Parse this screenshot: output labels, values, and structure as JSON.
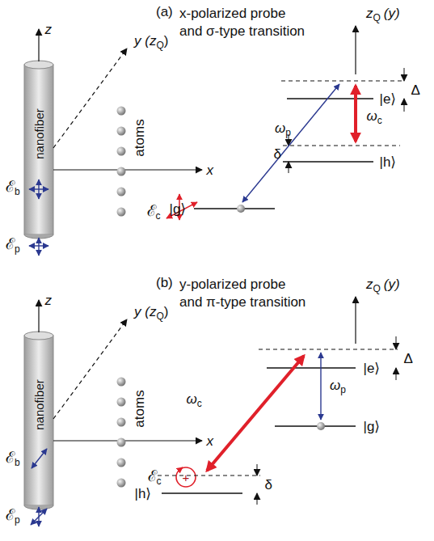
{
  "diagram": {
    "labels": [
      "(a)",
      "x-polarized probe and σ-type transition",
      "z",
      "y (z",
      "Q",
      ")",
      "nanofiber",
      "atoms",
      "x",
      "ℰ",
      "b",
      "ℰ",
      "p",
      "ℰ",
      "c",
      "z",
      "Q",
      "(y)",
      "Δ",
      "|e⟩",
      "δ",
      "|h⟩",
      "|g⟩",
      "ω",
      "p",
      "ω",
      "c",
      "(b)",
      "y-polarized probe and π-type transition",
      "z",
      "y (z",
      "Q",
      ")",
      "nanofiber",
      "atoms",
      "x",
      "ℰ",
      "b",
      "ℰ",
      "p",
      "ℰ",
      "c",
      "+",
      "z",
      "Q",
      "(y)",
      "Δ",
      "|e⟩",
      "|g⟩",
      "δ",
      "|h⟩",
      "ω",
      "c",
      "ω",
      "p"
    ]
  }
}
